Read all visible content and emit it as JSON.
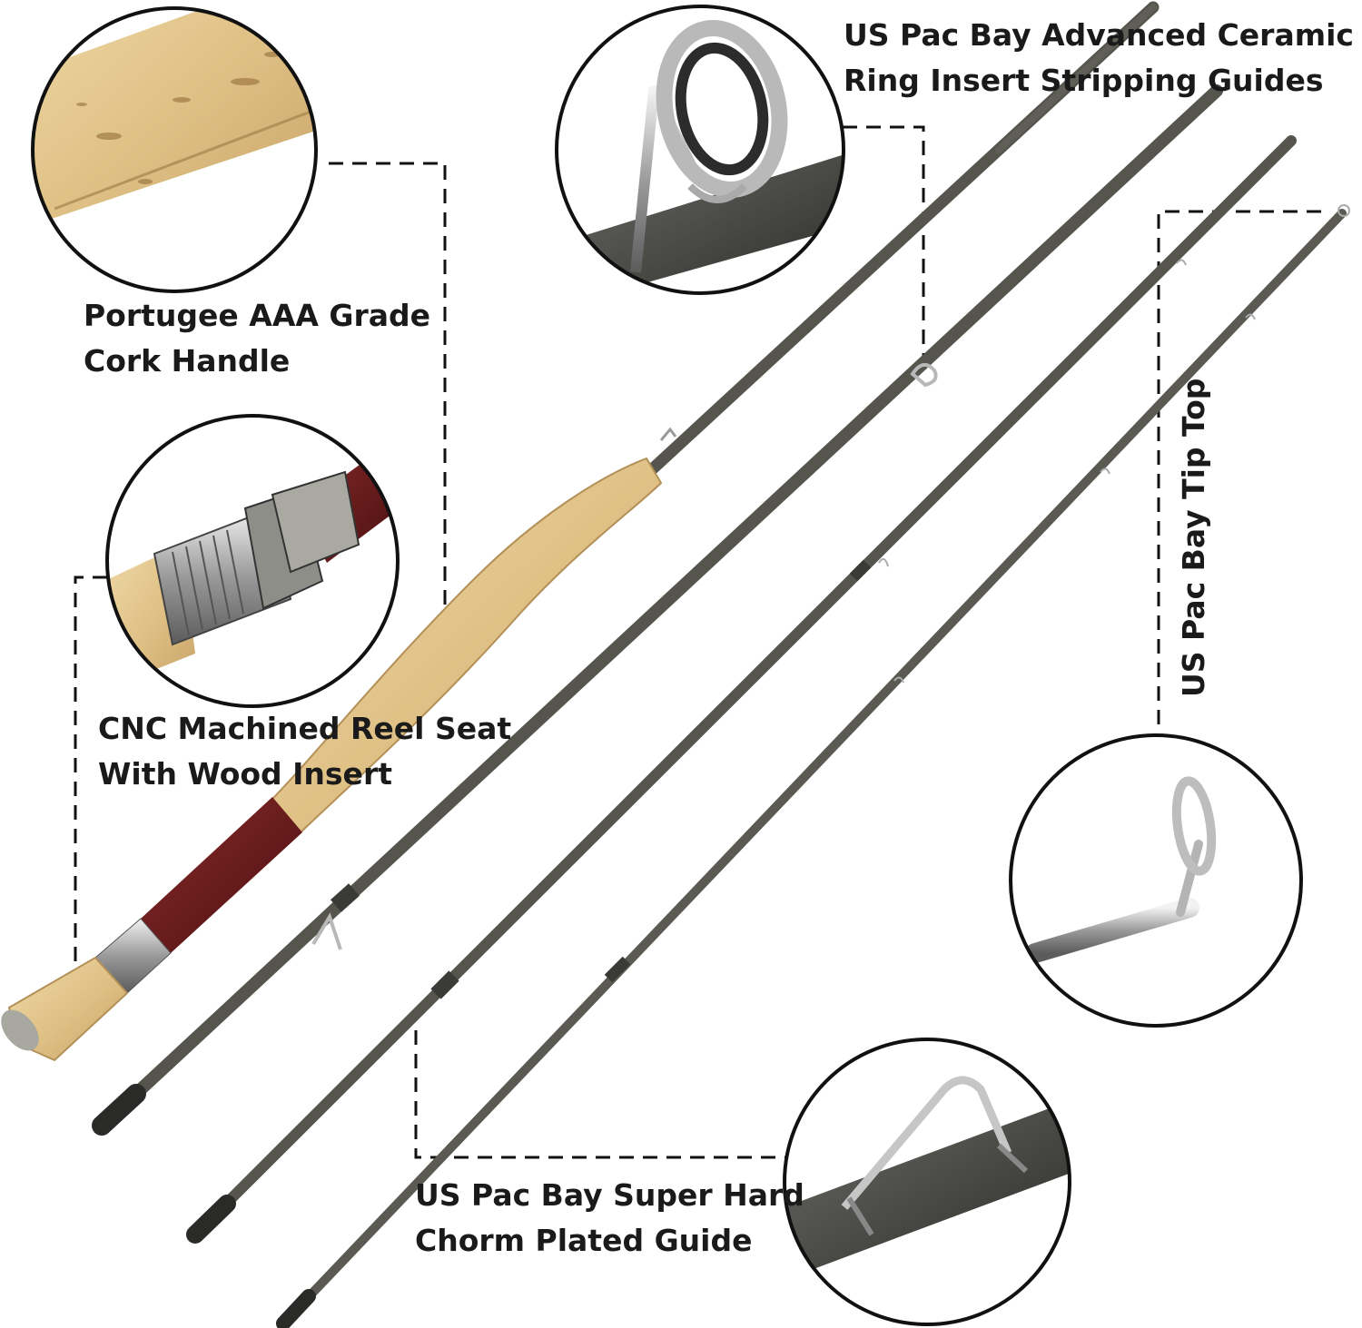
{
  "callouts": {
    "cork_handle": {
      "line1": "Portugee AAA Grade",
      "line2": "Cork Handle"
    },
    "reel_seat": {
      "line1": "CNC Machined Reel Seat",
      "line2": "With Wood Insert"
    },
    "stripping_guides": {
      "line1": "US Pac Bay Advanced Ceramic",
      "line2": "Ring Insert Stripping Guides"
    },
    "tip_top": {
      "line1": "US Pac Bay Tip Top"
    },
    "snake_guide": {
      "line1": "US Pac Bay Super Hard",
      "line2": "Chorm Plated Guide"
    }
  },
  "colors": {
    "text": "#1a1a1a",
    "blank": "#54544c",
    "cork": "#e3c98e",
    "reel_seat_wood": "#6e1c1c",
    "metal": "#c8c8c8"
  }
}
